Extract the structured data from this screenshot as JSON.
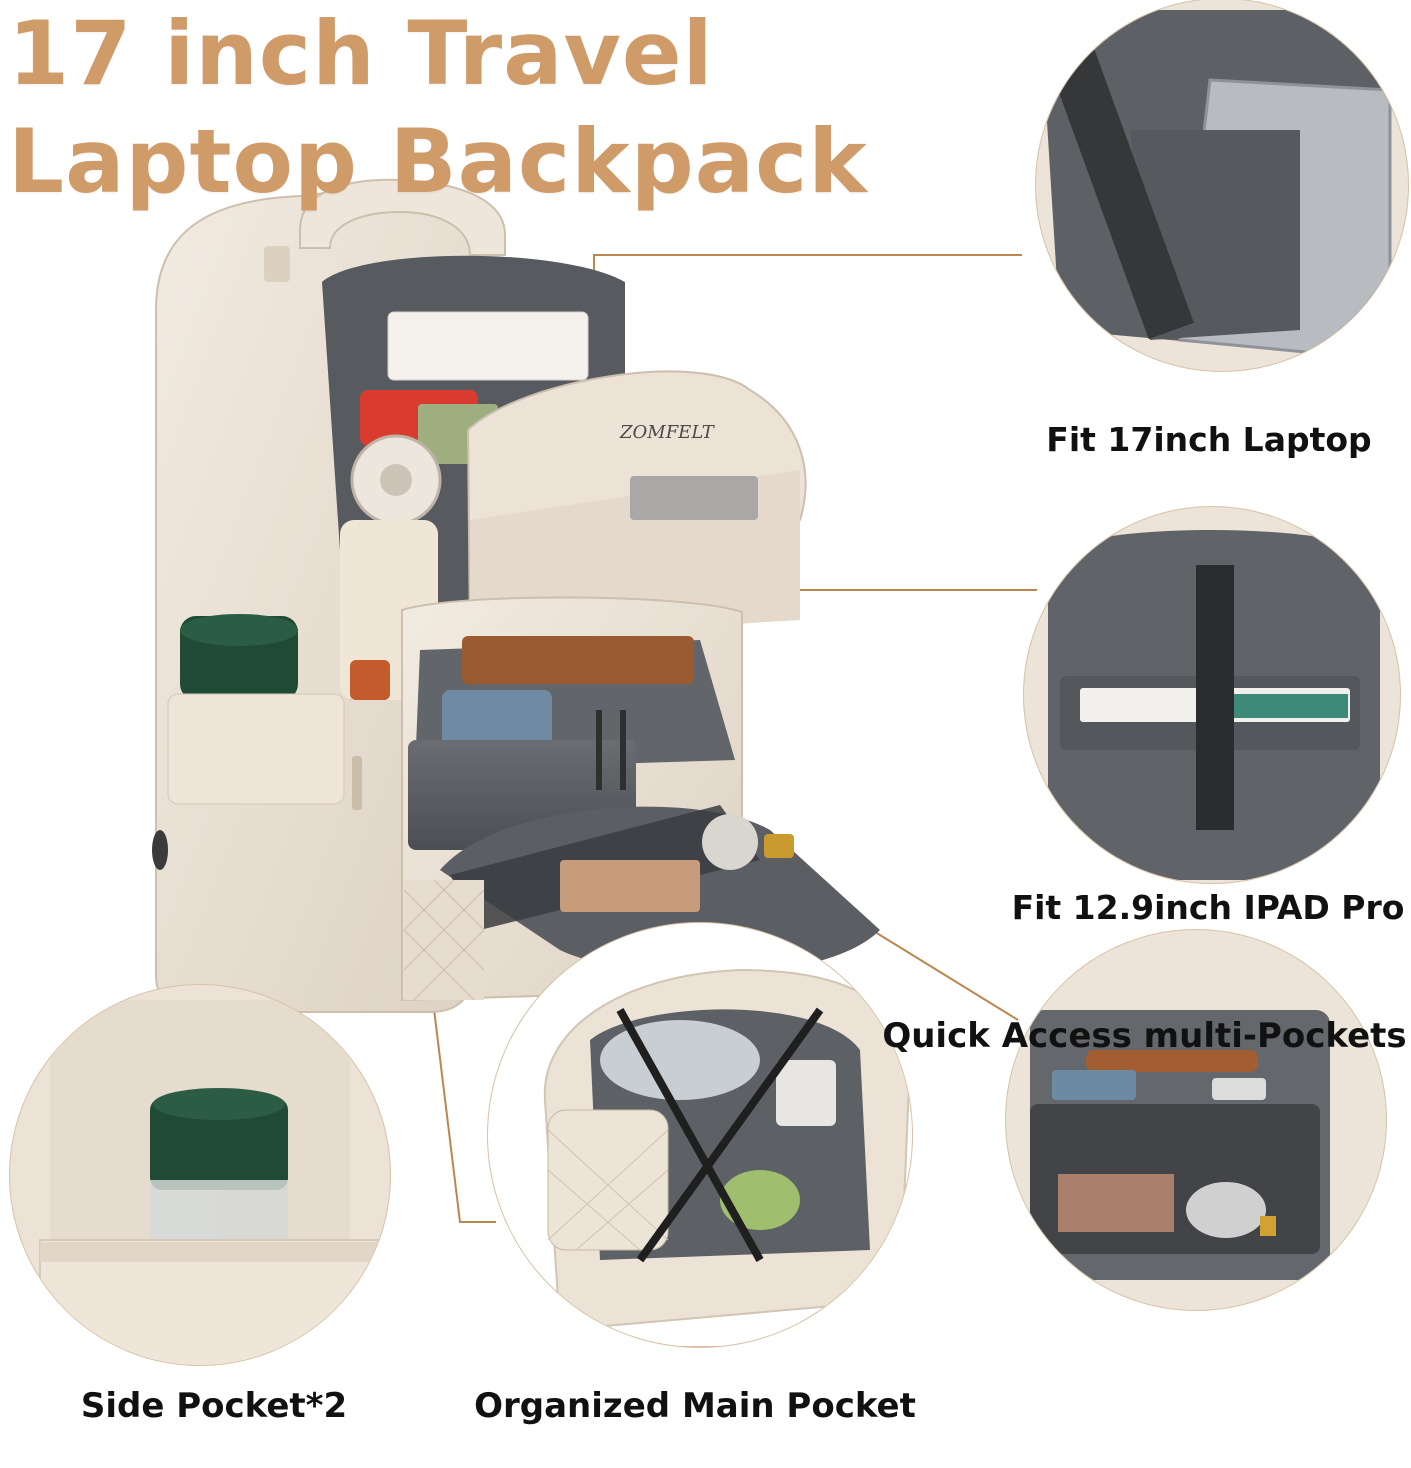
{
  "headline": {
    "line1": "17 inch  Travel",
    "line2": "Laptop Backpack"
  },
  "brand_logo": "ZOMFELT",
  "captions": {
    "laptop": "Fit 17inch Laptop",
    "ipad": "Fit 12.9inch IPAD Pro",
    "quick_access": "Quick Access multi-Pockets",
    "side_pocket": "Side Pocket*2",
    "main_pocket": "Organized Main Pocket"
  },
  "colors": {
    "headline": "#cf9b68",
    "callout_line": "#b9874f",
    "backpack_beige": "#ece3d6",
    "lining_gray": "#5e6064",
    "bottle_green": "#1f4b36"
  }
}
